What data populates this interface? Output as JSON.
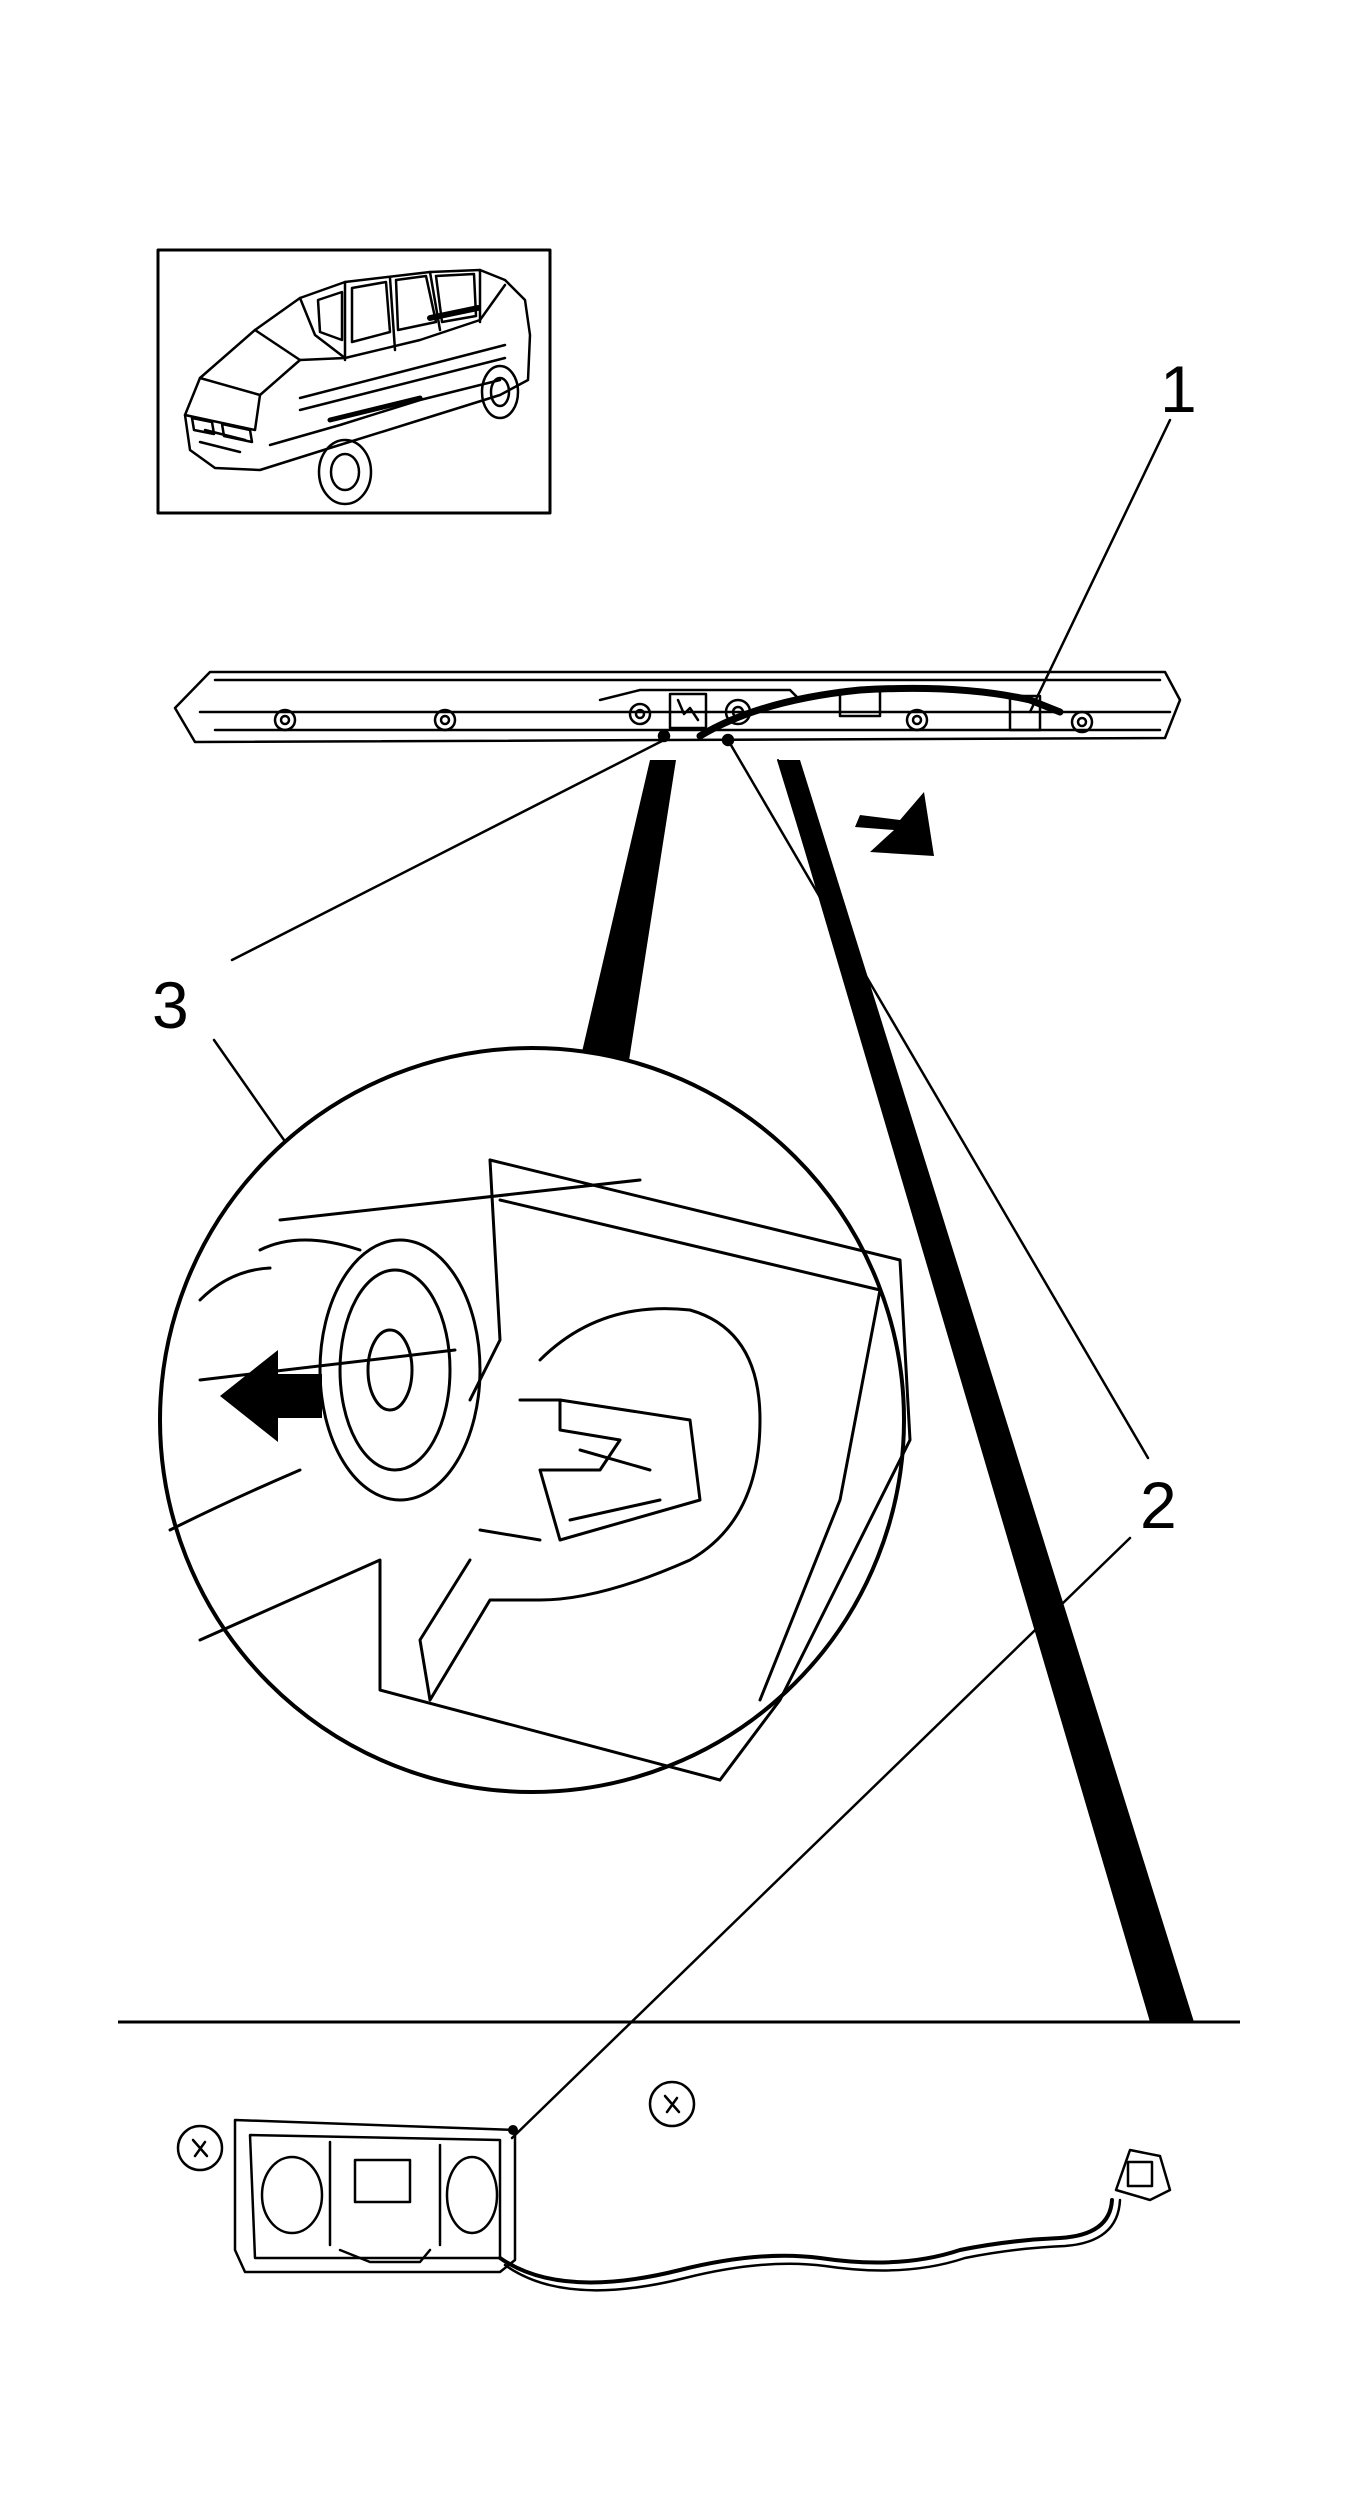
{
  "diagram": {
    "callouts": [
      {
        "id": "callout-1",
        "label": "1"
      },
      {
        "id": "callout-2",
        "label": "2"
      },
      {
        "id": "callout-3",
        "label": "3"
      }
    ]
  },
  "colors": {
    "ink": "#000000",
    "paper": "#ffffff"
  },
  "icons": [
    "car-locator-icon",
    "removal-direction-arrow-icon",
    "release-direction-arrow-icon",
    "fastener-screw-icon"
  ]
}
